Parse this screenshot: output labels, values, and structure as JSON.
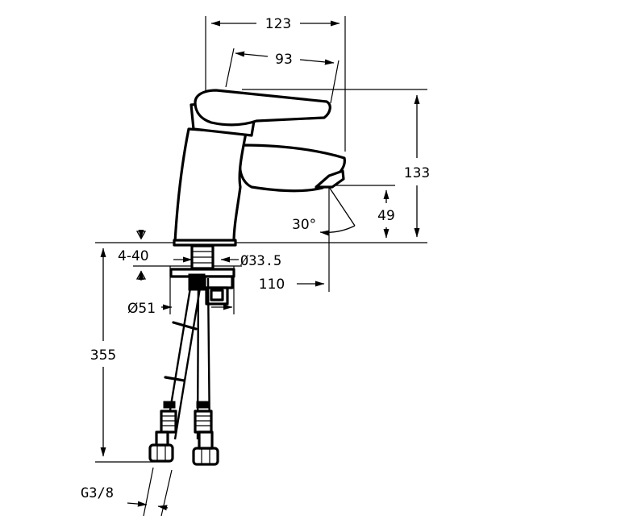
{
  "dimensions": {
    "overall_width": "123",
    "lever_width": "93",
    "overall_height": "133",
    "spout_clearance": "49",
    "lever_angle": "30°",
    "deck_thickness": "4-40",
    "shank_diameter": "Ø33.5",
    "spout_reach": "110",
    "base_diameter": "Ø51",
    "hose_length": "355",
    "connection_thread": "G3/8"
  }
}
